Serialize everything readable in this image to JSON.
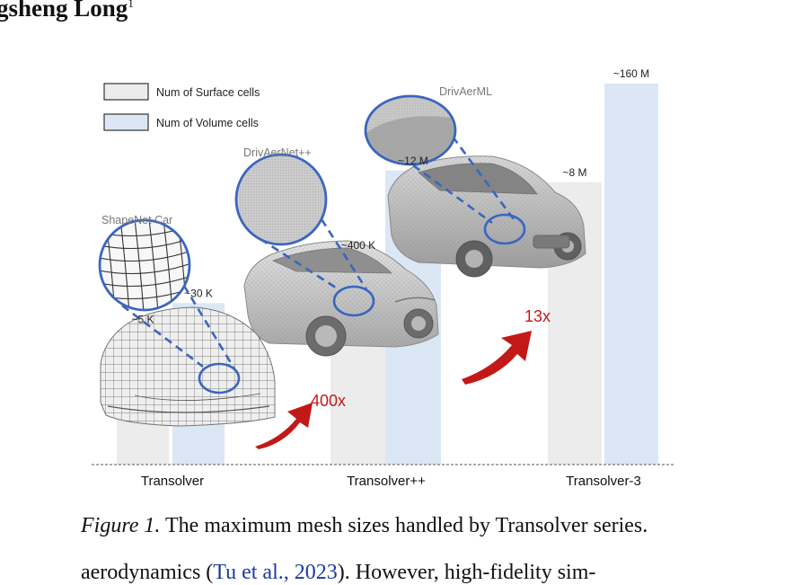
{
  "header": {
    "author_fragment": "gsheng Long",
    "affiliation_mark": "1"
  },
  "figure": {
    "legend": {
      "surface_label": "Num of Surface cells",
      "volume_label": "Num of Volume cells"
    },
    "dataset_labels": {
      "shapenet": "ShapeNet Car",
      "drivaernetpp": "DrivAerNet++",
      "drivaerml": "DrivAerML"
    },
    "multipliers": {
      "first": "400x",
      "second": "13x"
    },
    "colors": {
      "surface_bar": "#ececec",
      "volume_bar": "#dbe7f5",
      "zoom_ring": "#3a66c0",
      "arrow": "#c41818",
      "multiplier_text": "#c41818"
    }
  },
  "chart_data": {
    "type": "bar",
    "categories": [
      "Transolver",
      "Transolver++",
      "Transolver-3"
    ],
    "series": [
      {
        "name": "Num of Surface cells",
        "values": [
          5000,
          400000,
          8000000
        ],
        "labels": [
          "~5 K",
          "~400 K",
          "~8 M"
        ]
      },
      {
        "name": "Num of Volume cells",
        "values": [
          30000,
          12000000,
          160000000
        ],
        "labels": [
          "~30 K",
          "~12 M",
          "~160 M"
        ]
      }
    ],
    "title": "",
    "xlabel": "",
    "ylabel": "",
    "ylim": [
      0,
      160000000
    ]
  },
  "caption": {
    "label": "Figure 1.",
    "text": "The maximum mesh sizes handled by Transolver series."
  },
  "body_text": {
    "prefix": "aerodynamics (",
    "citation": "Tu et al., 2023",
    "suffix": "). However, high-fidelity sim-"
  }
}
